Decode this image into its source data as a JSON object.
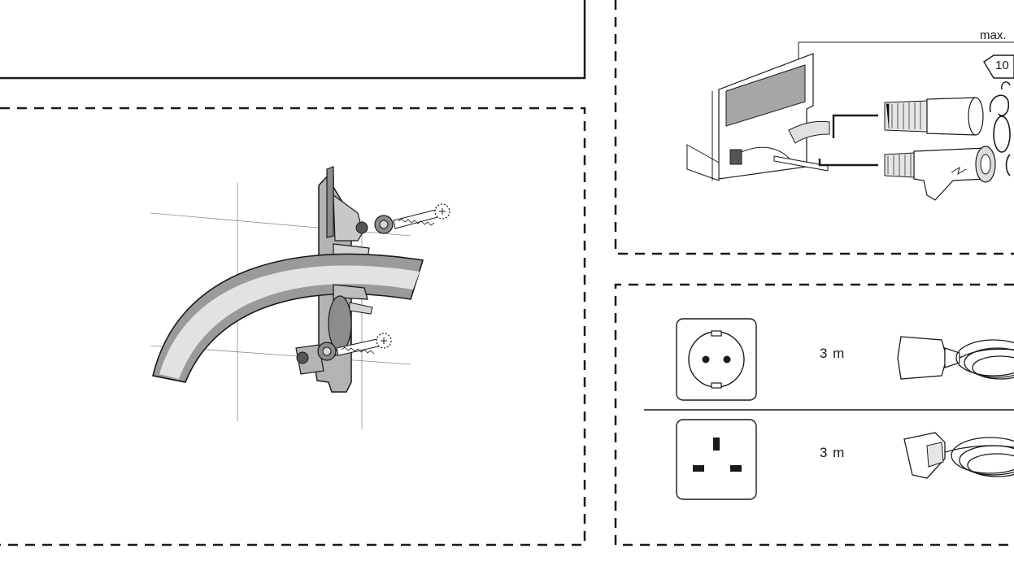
{
  "outlets": [
    {
      "type": "schuko-socket-icon",
      "length": "3 m"
    },
    {
      "type": "uk-bs1363-socket-icon",
      "length": "3 m"
    }
  ],
  "drain_panel": {
    "max_label": "max.",
    "hose_clamp_size": "10"
  },
  "colors": {
    "line": "#1a1a1a",
    "hose_fill": "#d9d9d9",
    "hose_dark": "#9a9a9a",
    "bracket_fill": "#b3b3b3",
    "shadow_fill": "#8c8c8c"
  }
}
